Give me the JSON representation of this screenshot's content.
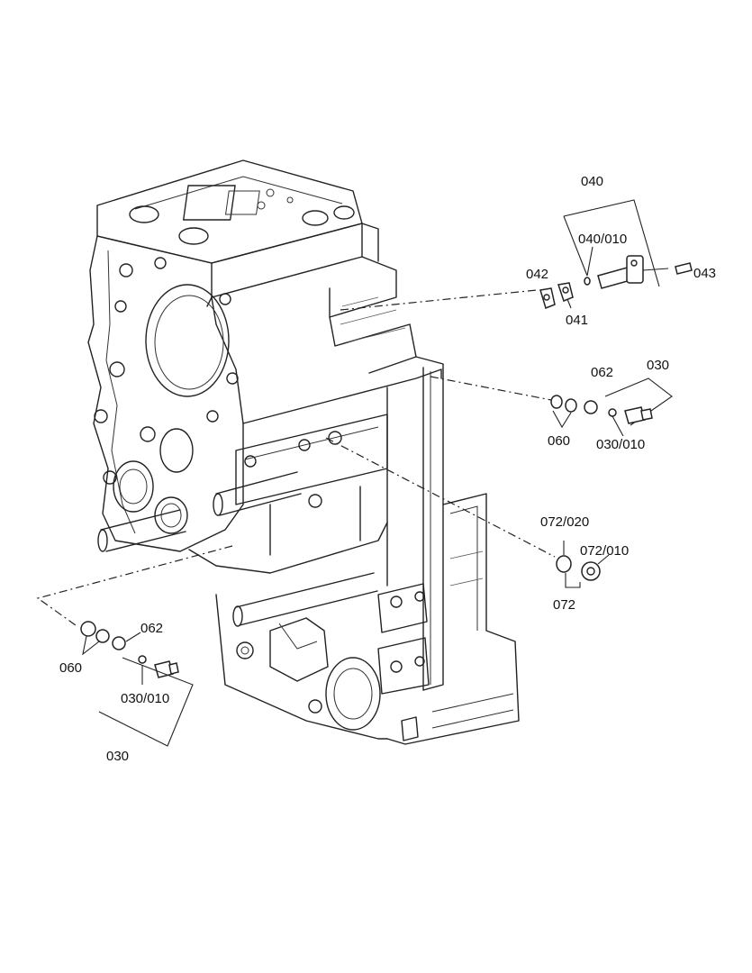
{
  "colors": {
    "background": "#ffffff",
    "ink": "#222222"
  },
  "labels": {
    "l040": "040",
    "l040_010": "040/010",
    "l042": "042",
    "l041": "041",
    "l043": "043",
    "l062_right": "062",
    "l030_right": "030",
    "l060_right": "060",
    "l030_010_right": "030/010",
    "l072_020": "072/020",
    "l072_010": "072/010",
    "l072": "072",
    "l062_left": "062",
    "l060_left": "060",
    "l030_010_left": "030/010",
    "l030_left": "030"
  }
}
